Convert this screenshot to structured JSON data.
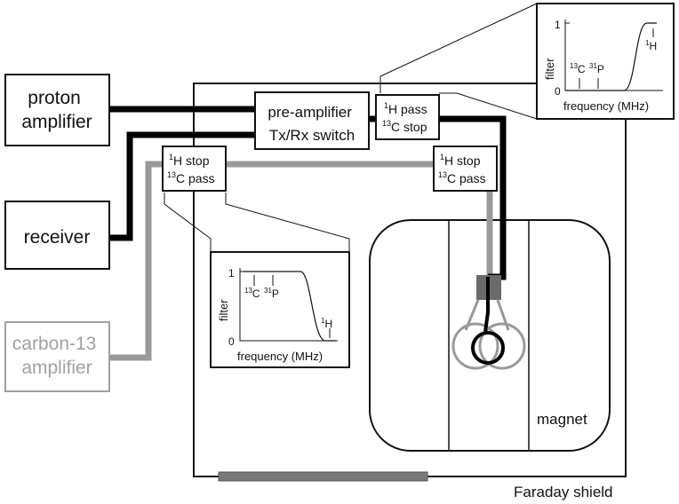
{
  "blocks": {
    "proton_amplifier": [
      "proton",
      "amplifier"
    ],
    "receiver": "receiver",
    "carbon_amplifier": [
      "carbon-13",
      "amplifier"
    ],
    "preamp": [
      "pre-amplifier",
      "Tx/Rx switch"
    ],
    "filter_1h_pass": {
      "line1": {
        "sup": "1",
        "text": "H pass"
      },
      "line2": {
        "sup": "13",
        "text": "C stop"
      }
    },
    "filter_1h_stop_left": {
      "line1": {
        "sup": "1",
        "text": "H stop"
      },
      "line2": {
        "sup": "13",
        "text": "C pass"
      }
    },
    "filter_1h_stop_right": {
      "line1": {
        "sup": "1",
        "text": "H stop"
      },
      "line2": {
        "sup": "13",
        "text": "C pass"
      }
    },
    "magnet": "magnet",
    "faraday": "Faraday shield"
  },
  "inset_highpass": {
    "ylabel": "filter",
    "xlabel": "frequency (MHz)",
    "ytick_top": "1",
    "ytick_bottom": "0",
    "markers": [
      {
        "sup": "13",
        "text": "C"
      },
      {
        "sup": "31",
        "text": "P"
      },
      {
        "sup": "1",
        "text": "H"
      }
    ]
  },
  "inset_lowpass": {
    "ylabel": "filter",
    "xlabel": "frequency (MHz)",
    "ytick_top": "1",
    "ytick_bottom": "0",
    "markers": [
      {
        "sup": "13",
        "text": "C"
      },
      {
        "sup": "31",
        "text": "P"
      },
      {
        "sup": "1",
        "text": "H"
      }
    ]
  },
  "colors": {
    "proton_path": "#000000",
    "carbon_path": "#999999",
    "shield_bar": "#7a7a7a"
  }
}
